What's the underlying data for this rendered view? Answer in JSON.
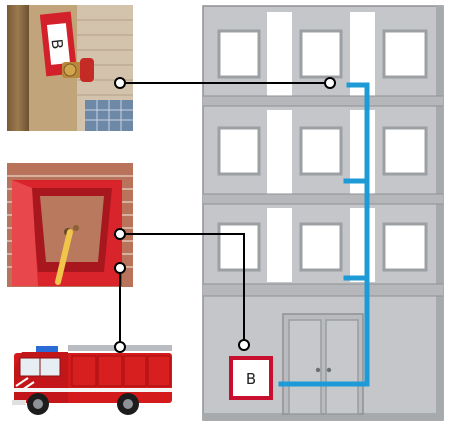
{
  "inlet_sign": {
    "label": "B"
  },
  "photo_sign": {
    "label": "B"
  },
  "colors": {
    "riser_pipe": "#1e9ad6",
    "connector_line": "#000000",
    "building_facade": "#c4c6c9",
    "window_frame": "#9da0a3",
    "inlet_sign_border": "#c8102e",
    "fire_truck_body": "#d41a1a",
    "cabinet_red": "#d9242b",
    "brick": "#b8735a"
  },
  "icons": {
    "valve_photo": "wall-valve-photo",
    "cabinet_photo": "fire-hose-cabinet-photo",
    "truck_photo": "fire-truck-photo"
  }
}
